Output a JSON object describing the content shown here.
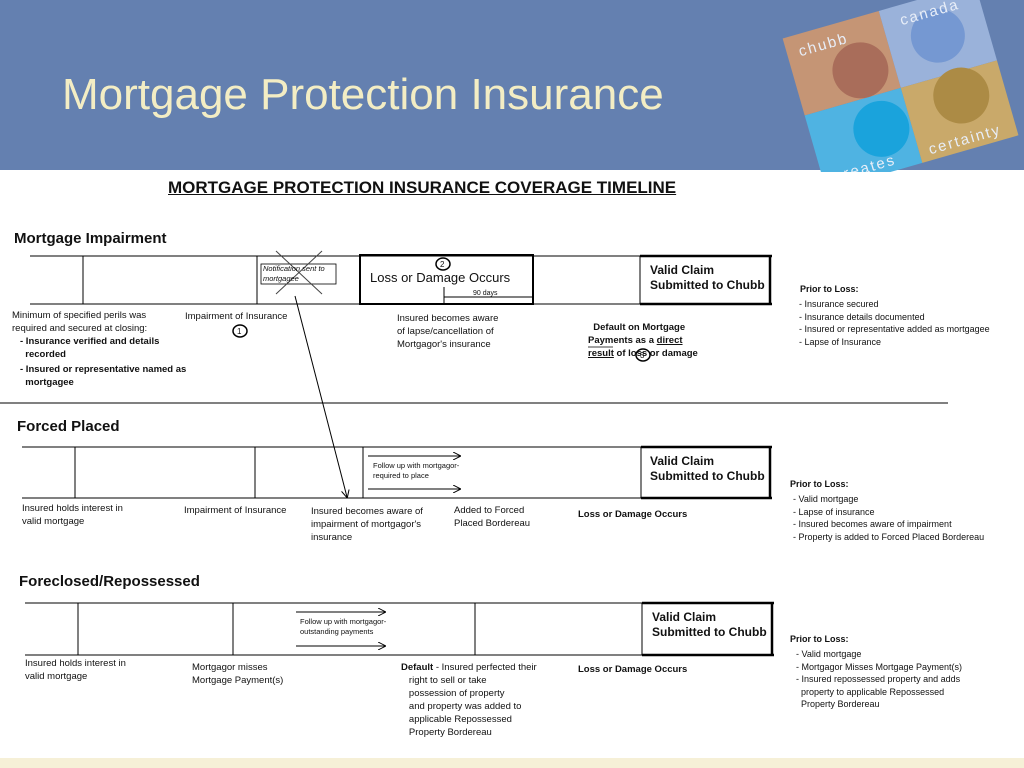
{
  "slide_title": "Mortgage Protection Insurance",
  "logo": {
    "top": "chubb",
    "top_right": "canada",
    "bottom_left": "creates",
    "bottom_right": "certainty"
  },
  "colors": {
    "header_bg": "#6480b0",
    "title": "#f3edc4",
    "footer": "#f6f0d7"
  },
  "diagram_title": "MORTGAGE PROTECTION INSURANCE COVERAGE TIMELINE",
  "impairment": {
    "title": "Mortgage Impairment",
    "notification": "Notification sent to\nmortgagee",
    "loss_box": "Loss or Damage Occurs",
    "marker_2": "2",
    "days": "90 days",
    "valid_claim": "Valid Claim\nSubmitted to Chubb",
    "min_perils": "Minimum of specified perils was\nrequired and secured at closing:",
    "bullet1": "- Insurance verified and details\n  recorded",
    "bullet2": "- Insured or representative named as\n  mortgagee",
    "impairment_label": "Impairment of Insurance",
    "marker_1": "1",
    "aware": "Insured becomes aware\nof lapse/cancellation of\nMortgagor's insurance",
    "default_pre": "Default on Mortgage\nPayments as a ",
    "default_direct": "direct",
    "default_result": "result",
    "default_post": " of loss or damage",
    "marker_3": "3",
    "prior_title": "Prior to Loss:",
    "prior_items": "- Insurance secured\n- Insurance details documented\n- Insured or representative added as mortgagee\n- Lapse of Insurance"
  },
  "forced": {
    "title": "Forced Placed",
    "follow": "Follow up with mortgagor-\nrequired to place",
    "valid_claim": "Valid Claim\nSubmitted to Chubb",
    "holds": "Insured holds interest in\nvalid mortgage",
    "impairment_label": "Impairment of Insurance",
    "aware": "Insured becomes aware of\nimpairment of mortgagor's\ninsurance",
    "added": "Added to Forced\nPlaced Bordereau",
    "loss": "Loss or Damage Occurs",
    "prior_title": "Prior to Loss:",
    "prior_items": "- Valid mortgage\n- Lapse of insurance\n- Insured becomes aware of impairment\n- Property is added to Forced Placed Bordereau"
  },
  "foreclosed": {
    "title": "Foreclosed/Repossessed",
    "follow": "Follow up with mortgagor-\noutstanding payments",
    "valid_claim": "Valid Claim\nSubmitted to Chubb",
    "holds": "Insured holds interest in\nvalid mortgage",
    "misses": "Mortgagor misses\nMortgage Payment(s)",
    "default_label": "Default",
    "default_text": " - Insured perfected their\n   right to sell or take\n   possession of property\n   and property was added to\n   applicable Repossessed\n   Property Bordereau",
    "loss": "Loss or Damage Occurs",
    "prior_title": "Prior to Loss:",
    "prior_items": "- Valid mortgage\n- Mortgagor Misses Mortgage Payment(s)\n- Insured repossessed property and adds\n  property to applicable Repossessed\n  Property Bordereau"
  }
}
